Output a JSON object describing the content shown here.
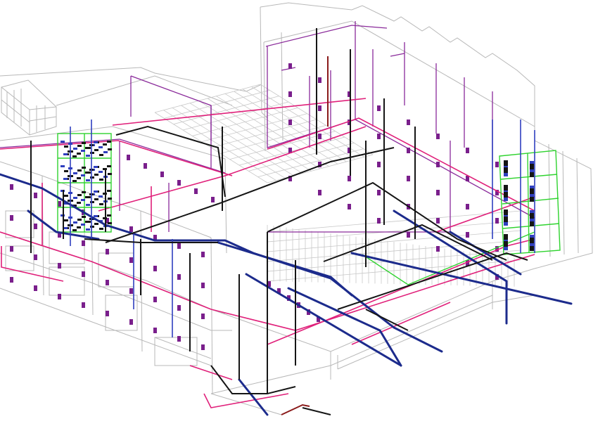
{
  "view": {
    "kind": "isometric-3d-wireframe",
    "background": "#ffffff"
  },
  "palette": {
    "architecture": "#b8b8b8",
    "architecture_dark": "#8c8c8c",
    "grid_slab": "#c8c8c8",
    "sanitary_magenta": "#e0207a",
    "vent_purple": "#8a2a9a",
    "fixture_purple": "#7a1f8c",
    "storm_blue": "#1c2b8c",
    "supply_blue": "#2f3fbf",
    "riser_black": "#151515",
    "equipment_green": "#2fd32f",
    "gas_red": "#8a1a1a"
  },
  "layers": [
    {
      "name": "architecture",
      "color_key": "architecture",
      "visible": true
    },
    {
      "name": "sanitary-piping",
      "color_key": "sanitary_magenta",
      "visible": true
    },
    {
      "name": "vent-piping",
      "color_key": "vent_purple",
      "visible": true
    },
    {
      "name": "storm-drain",
      "color_key": "storm_blue",
      "visible": true
    },
    {
      "name": "risers",
      "color_key": "riser_black",
      "visible": true
    },
    {
      "name": "equipment-racks",
      "color_key": "equipment_green",
      "visible": true
    }
  ],
  "equipment_racks": [
    {
      "name": "left-rack",
      "levels": 4
    },
    {
      "name": "right-rack",
      "levels": 4
    }
  ]
}
